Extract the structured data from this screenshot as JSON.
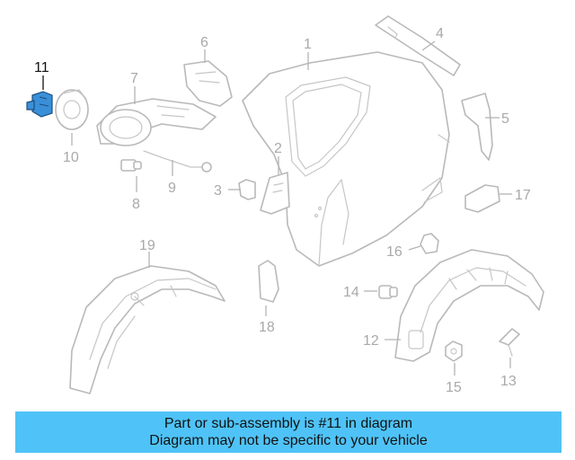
{
  "highlight": {
    "part_number": "11",
    "color": "#3a8fd9"
  },
  "callouts": [
    {
      "id": "1",
      "text": "1"
    },
    {
      "id": "2",
      "text": "2"
    },
    {
      "id": "3",
      "text": "3"
    },
    {
      "id": "4",
      "text": "4"
    },
    {
      "id": "5",
      "text": "5"
    },
    {
      "id": "6",
      "text": "6"
    },
    {
      "id": "7",
      "text": "7"
    },
    {
      "id": "8",
      "text": "8"
    },
    {
      "id": "9",
      "text": "9"
    },
    {
      "id": "10",
      "text": "10"
    },
    {
      "id": "11",
      "text": "11"
    },
    {
      "id": "12",
      "text": "12"
    },
    {
      "id": "13",
      "text": "13"
    },
    {
      "id": "14",
      "text": "14"
    },
    {
      "id": "15",
      "text": "15"
    },
    {
      "id": "16",
      "text": "16"
    },
    {
      "id": "17",
      "text": "17"
    },
    {
      "id": "18",
      "text": "18"
    },
    {
      "id": "19",
      "text": "19"
    }
  ],
  "banner": {
    "line1": "Part or sub-assembly is #11 in diagram",
    "line2": "Diagram may not be specific to your vehicle",
    "background": "#4fc3f7"
  }
}
